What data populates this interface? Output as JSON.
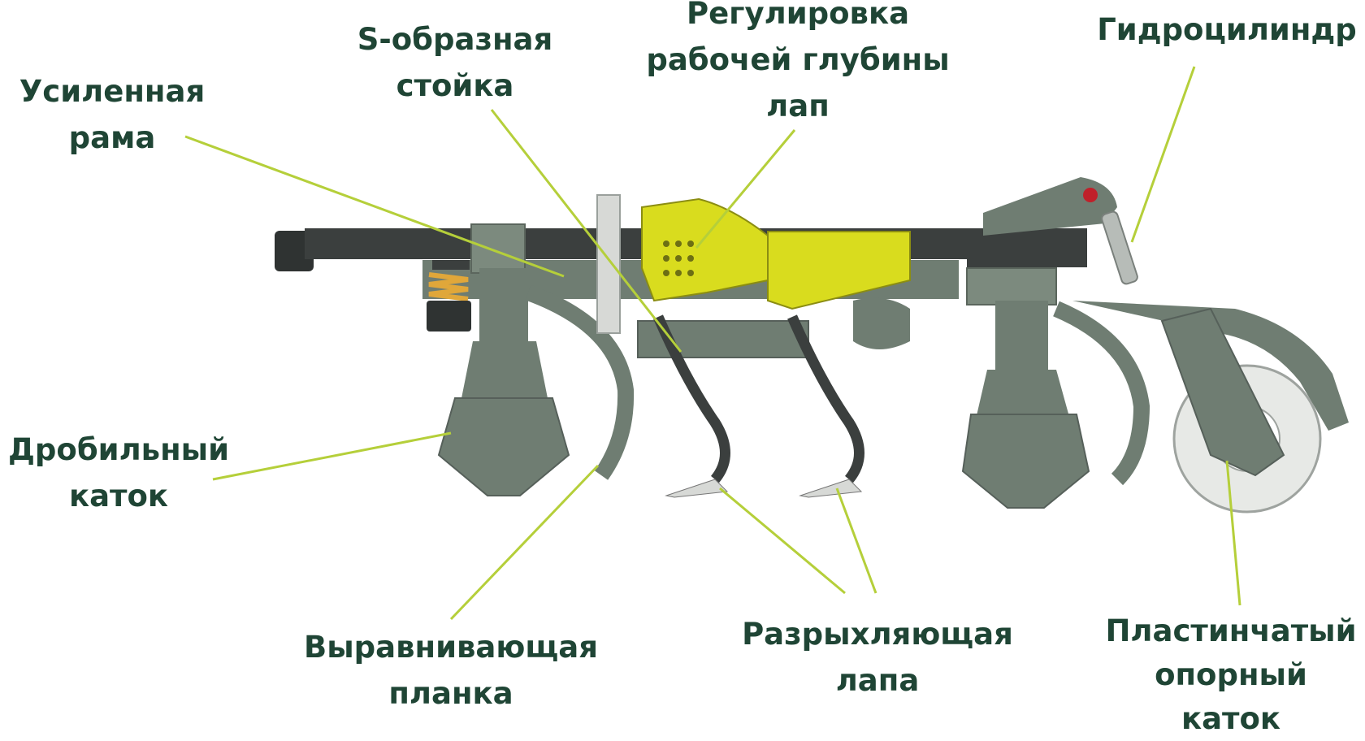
{
  "labels": {
    "reinforced_frame": [
      "Усиленная",
      "рама"
    ],
    "s_shank": [
      "S-образная",
      "стойка"
    ],
    "depth_adjust": [
      "Регулировка",
      "рабочей глубины",
      "лап"
    ],
    "hydraulic_cylinder": [
      "Гидроцилиндр"
    ],
    "crushing_roller": [
      "Дробильный",
      "каток"
    ],
    "leveling_bar": [
      "Выравнивающая",
      "планка"
    ],
    "loosening_tine": [
      "Разрыхляющая",
      "лапа"
    ],
    "plate_roller": [
      "Пластинчатый",
      "опорный",
      "каток"
    ]
  },
  "colors": {
    "label_text": "#1f4535",
    "leader_line": "#b5cf3a",
    "machine_body": "#6f7d72",
    "machine_dark": "#3b3f3e",
    "bracket_yellow": "#d9dc1e",
    "spring": "#e0a73a"
  }
}
